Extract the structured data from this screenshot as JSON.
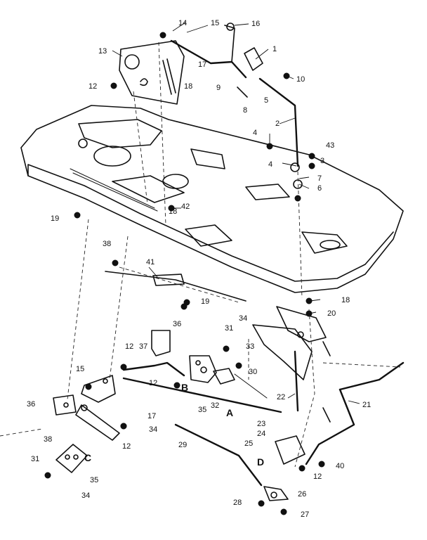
{
  "diagram": {
    "callouts": [
      "1",
      "2",
      "3",
      "4",
      "4",
      "5",
      "6",
      "7",
      "8",
      "9",
      "10",
      "12",
      "12",
      "12",
      "12",
      "12",
      "13",
      "14",
      "15",
      "15",
      "16",
      "17",
      "17",
      "18",
      "18",
      "18",
      "19",
      "19",
      "20",
      "21",
      "22",
      "23",
      "24",
      "25",
      "26",
      "27",
      "28",
      "29",
      "30",
      "31",
      "31",
      "32",
      "33",
      "34",
      "34",
      "34",
      "35",
      "35",
      "36",
      "36",
      "37",
      "38",
      "38",
      "40",
      "41",
      "42",
      "43"
    ],
    "section_letters": [
      "A",
      "B",
      "C",
      "D"
    ]
  }
}
